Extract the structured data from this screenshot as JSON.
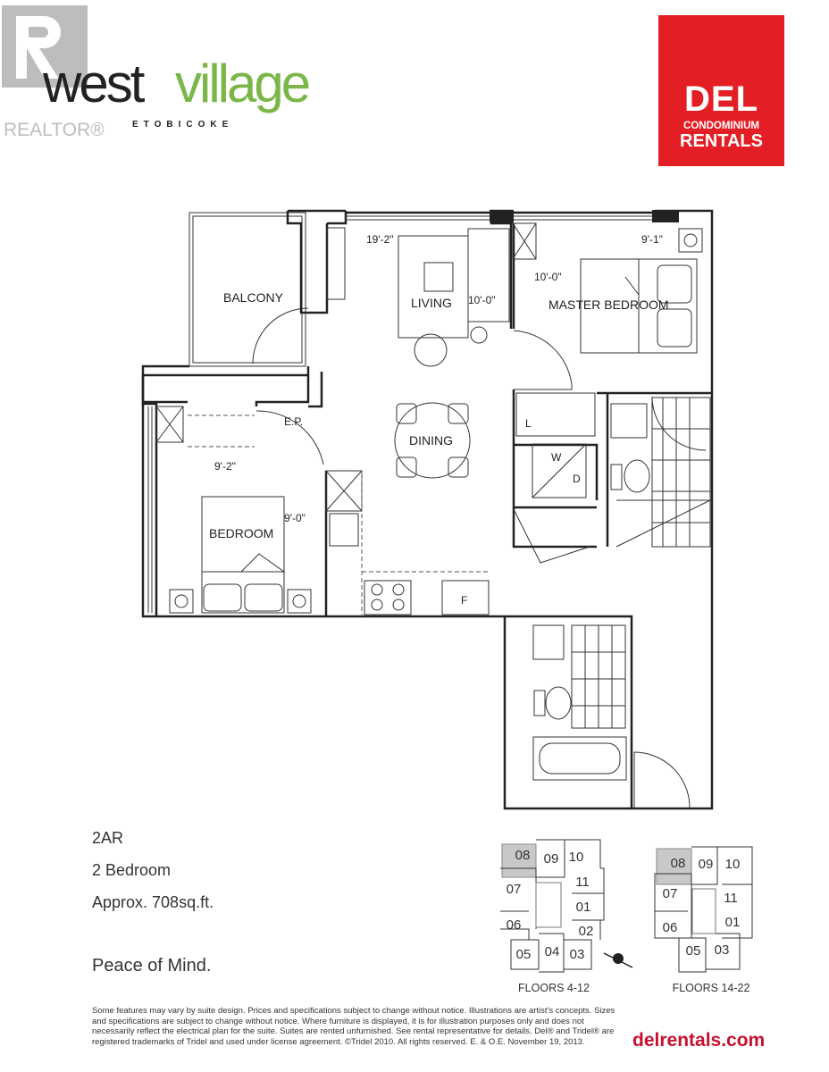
{
  "header": {
    "realtor_logo": "REALTOR®",
    "brand_west": "west",
    "brand_village": "village",
    "brand_location": "ETOBICOKE",
    "del_logo": {
      "mark": "DEL",
      "line1": "CONDOMINIUM",
      "line2": "RENTALS",
      "color": "#e31e24"
    }
  },
  "floorplan": {
    "rooms": {
      "balcony": "BALCONY",
      "living": "LIVING",
      "master_bedroom": "MASTER BEDROOM",
      "dining": "DINING",
      "bedroom": "BEDROOM",
      "ep": "E.P.",
      "laundry": "L",
      "washer": "W",
      "dryer": "D",
      "fridge": "F"
    },
    "dimensions": {
      "living_width": "19'-2\"",
      "living_depth": "10'-0\"",
      "master_depth": "10'-0\"",
      "master_width": "9'-1\"",
      "bedroom_width": "9'-2\"",
      "bedroom_depth": "9'-0\""
    }
  },
  "suite": {
    "model": "2AR",
    "type": "2 Bedroom",
    "area": "Approx. 708sq.ft.",
    "tagline": "Peace of Mind."
  },
  "keyplans": [
    {
      "label": "FLOORS 4-12",
      "units": [
        "08",
        "09",
        "10",
        "07",
        "11",
        "01",
        "06",
        "02",
        "05",
        "04",
        "03"
      ],
      "highlighted": "08"
    },
    {
      "label": "FLOORS 14-22",
      "units": [
        "08",
        "09",
        "10",
        "07",
        "11",
        "06",
        "01",
        "05",
        "03"
      ],
      "highlighted": "08"
    }
  ],
  "footer": {
    "disclaimer": "Some features may vary by suite design. Prices and specifications subject to change without notice. Illustrations are artist's concepts. Sizes and specifications are subject to change without notice. Where furniture is displayed, it is for illustration purposes only and does not necessarily reflect the electrical plan for the suite. Suites are rented unfurnished. See rental representative for details. Del® and Tridel® are registered trademarks of Tridel and used under license agreement. ©Tridel 2010. All rights reserved. E. & O.E. November 19, 2013.",
    "website": "delrentals.com"
  },
  "colors": {
    "accent_green": "#7ab648",
    "brand_red": "#e31e24",
    "highlight_gray": "#c8c8c8"
  }
}
